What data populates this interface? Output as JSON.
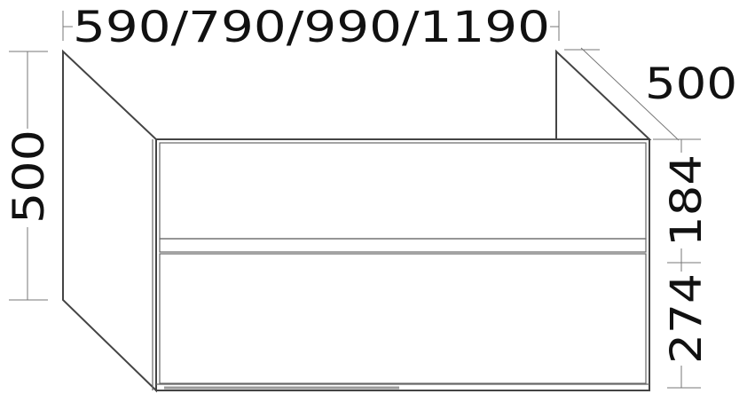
{
  "dimensions": {
    "width": "590/790/990/1190",
    "depth": "500",
    "height": "500",
    "upper_drawer": "184",
    "lower_drawer": "274"
  }
}
